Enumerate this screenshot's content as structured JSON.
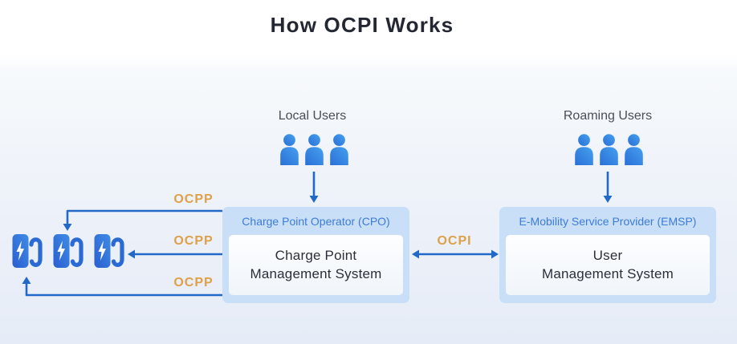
{
  "title": "How OCPI Works",
  "groups": {
    "local": {
      "label": "Local Users"
    },
    "roaming": {
      "label": "Roaming Users"
    }
  },
  "cpo": {
    "header": "Charge Point Operator (CPO)",
    "lines": [
      "Charge Point",
      "Management System"
    ]
  },
  "emsp": {
    "header": "E-Mobility Service Provider (EMSP)",
    "lines": [
      "User",
      "Management System"
    ]
  },
  "protocols": {
    "ocpi": "OCPI",
    "ocpp": [
      "OCPP",
      "OCPP",
      "OCPP"
    ]
  },
  "icons": {
    "person": "person-icon",
    "charger": "ev-charger-icon",
    "arrows": [
      "down-arrow",
      "left-arrow",
      "up-arrow",
      "double-arrow"
    ]
  },
  "colors": {
    "title_text": "#232732",
    "group_label_text": "#4a4f57",
    "arrow_blue": "#2268c6",
    "protocol_orange": "#dfa04a",
    "box_fill": "#c9def7",
    "box_header_blue": "#3c7cd8",
    "inner_box_fill": "#f7fafd",
    "inner_box_text": "#2b2f38",
    "icon_blue_dark": "#2a5ed0",
    "icon_blue_light": "#46a0ee",
    "background_top": "#ffffff",
    "background_bottom": "#e6ecf7"
  }
}
